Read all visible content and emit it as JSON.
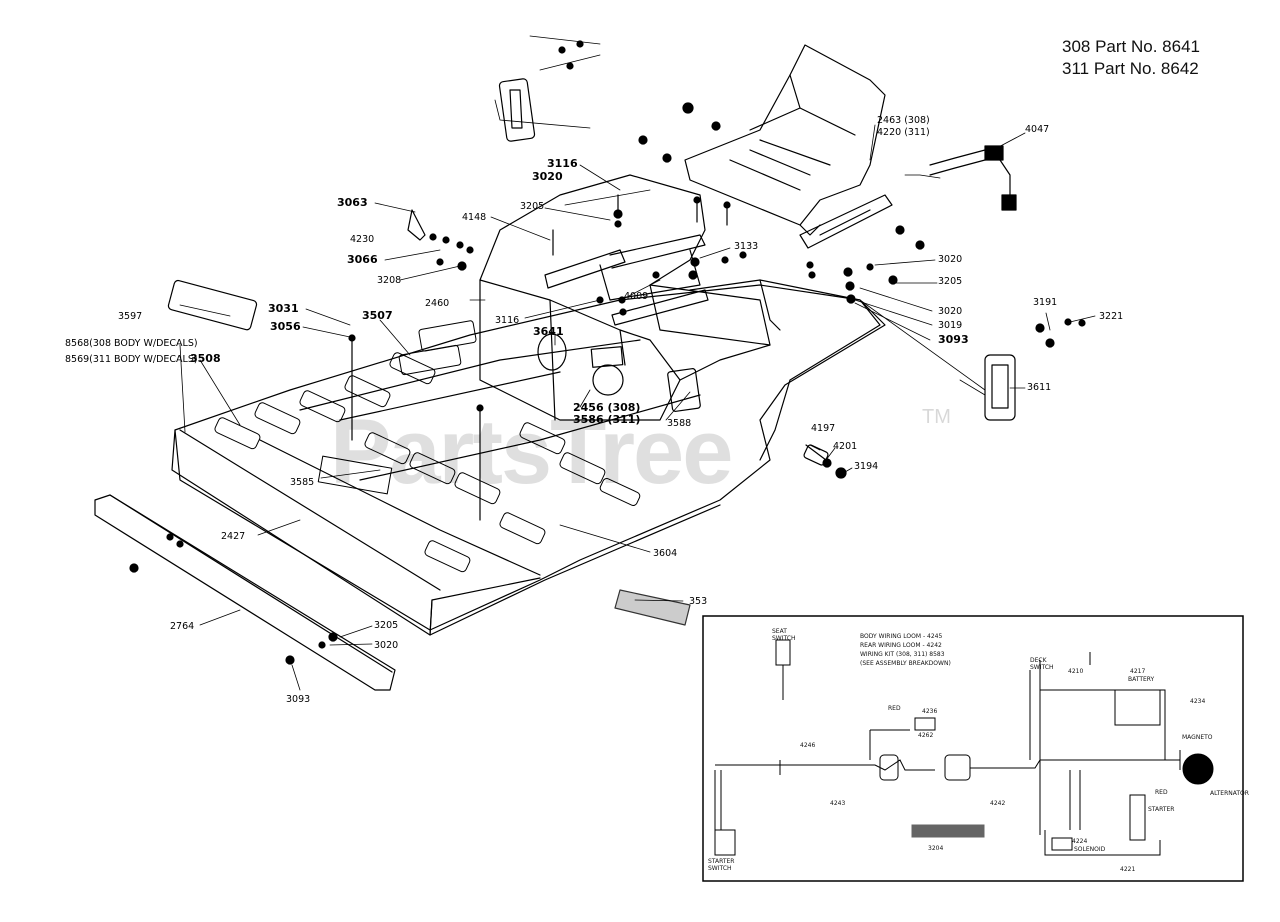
{
  "header": {
    "line1": "308 Part No. 8641",
    "line2": "311 Part No. 8642"
  },
  "watermark": {
    "text": "PartsTree",
    "trademark": "TM"
  },
  "callouts": [
    {
      "id": "c3116a",
      "text": "3116"
    },
    {
      "id": "c3020a",
      "text": "3020"
    },
    {
      "id": "c3063",
      "text": "3063"
    },
    {
      "id": "c4230",
      "text": "4230"
    },
    {
      "id": "c3066",
      "text": "3066"
    },
    {
      "id": "c3208",
      "text": "3208"
    },
    {
      "id": "c3205a",
      "text": "3205"
    },
    {
      "id": "c4148",
      "text": "4148"
    },
    {
      "id": "c3133",
      "text": "3133"
    },
    {
      "id": "c4009",
      "text": "4009"
    },
    {
      "id": "c3116b",
      "text": "3116"
    },
    {
      "id": "c2460",
      "text": "2460"
    },
    {
      "id": "c3597",
      "text": "3597"
    },
    {
      "id": "c3031",
      "text": "3031"
    },
    {
      "id": "c3056",
      "text": "3056"
    },
    {
      "id": "c3507",
      "text": "3507"
    },
    {
      "id": "c8568",
      "text": "8568(308 BODY W/DECALS)"
    },
    {
      "id": "c8569",
      "text": "8569(311 BODY W/DECALS)"
    },
    {
      "id": "c3508",
      "text": "3508"
    },
    {
      "id": "c3641",
      "text": "3641"
    },
    {
      "id": "c2456",
      "text": "2456 (308)"
    },
    {
      "id": "c3586",
      "text": "3586 (311)"
    },
    {
      "id": "c3588",
      "text": "3588"
    },
    {
      "id": "c3585",
      "text": "3585"
    },
    {
      "id": "c2427",
      "text": "2427"
    },
    {
      "id": "c3604",
      "text": "3604"
    },
    {
      "id": "c353",
      "text": "353"
    },
    {
      "id": "c2764",
      "text": "2764"
    },
    {
      "id": "c3205b",
      "text": "3205"
    },
    {
      "id": "c3020b",
      "text": "3020"
    },
    {
      "id": "c3093a",
      "text": "3093"
    },
    {
      "id": "c2463",
      "text": "2463 (308)"
    },
    {
      "id": "c4220",
      "text": "4220 (311)"
    },
    {
      "id": "c4047",
      "text": "4047"
    },
    {
      "id": "c3020c",
      "text": "3020"
    },
    {
      "id": "c3205c",
      "text": "3205"
    },
    {
      "id": "c3020d",
      "text": "3020"
    },
    {
      "id": "c3019",
      "text": "3019"
    },
    {
      "id": "c3093b",
      "text": "3093"
    },
    {
      "id": "c3191",
      "text": "3191"
    },
    {
      "id": "c3221",
      "text": "3221"
    },
    {
      "id": "c3611",
      "text": "3611"
    },
    {
      "id": "c4197",
      "text": "4197"
    },
    {
      "id": "c4201",
      "text": "4201"
    },
    {
      "id": "c3194",
      "text": "3194"
    }
  ],
  "wiring": {
    "note1": "BODY WIRING LOOM - 4245",
    "note2": "REAR WIRING LOOM - 4242",
    "note3": "WIRING KIT (308, 311) 8583",
    "note4": "(SEE ASSEMBLY BREAKDOWN)",
    "seat_switch": "SEAT SWITCH",
    "deck_switch": "DECK SWITCH",
    "battery": "BATTERY",
    "battery_no": "4217",
    "magneto": "MAGNETO",
    "alternator": "ALTERNATOR",
    "starter": "STARTER",
    "solenoid": "SOLENOID",
    "solenoid_no": "4224",
    "red1": "RED",
    "red2": "RED",
    "n4236": "4236",
    "n4262": "4262",
    "n4246": "4246",
    "n4243": "4243",
    "n4242": "4242",
    "n4210": "4210",
    "n4234": "4234",
    "n4221": "4221",
    "n3204": "3204",
    "starter_switch": "STARTER SWITCH"
  }
}
